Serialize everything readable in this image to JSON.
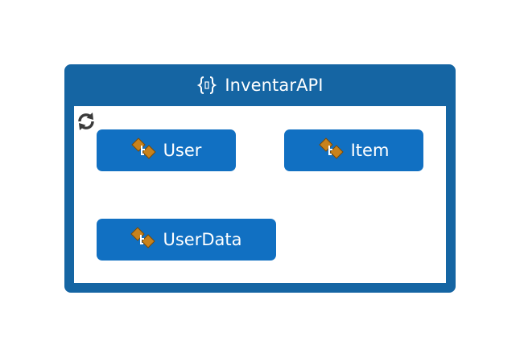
{
  "namespace": {
    "title": "InventarAPI",
    "icon": "namespace-braces-icon"
  },
  "refresh_icon": "refresh-icon",
  "classes": [
    {
      "label": "User",
      "icon": "class-icon"
    },
    {
      "label": "Item",
      "icon": "class-icon"
    },
    {
      "label": "UserData",
      "icon": "class-icon"
    }
  ],
  "colors": {
    "container": "#1565a3",
    "node": "#1170c2",
    "icon_orange": "#c8821c",
    "text": "#ffffff"
  }
}
